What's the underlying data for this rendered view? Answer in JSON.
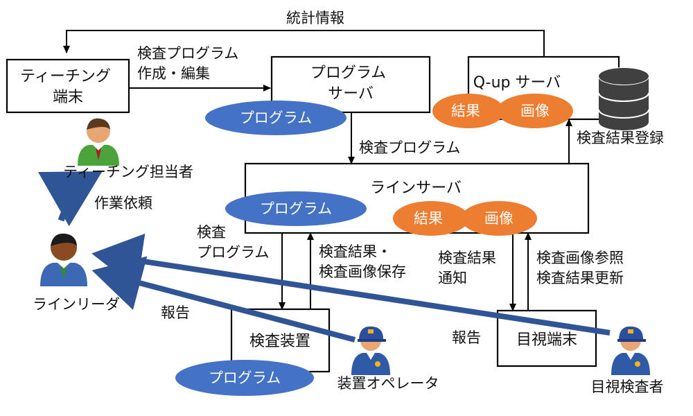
{
  "colors": {
    "program_pill": "#4472c4",
    "result_pill": "#ed7d31",
    "flow_arrow": "#2f5597",
    "line": "#000000",
    "database": "#404040"
  },
  "top": {
    "stats_label": "統計情報"
  },
  "boxes": {
    "teaching_terminal": "ティーチング\n端末",
    "program_server": "プログラム\nサーバ",
    "qup_server": "Q-up サーバ",
    "line_server": "ラインサーバ",
    "inspection_device": "検査装置",
    "visual_terminal": "目視端末"
  },
  "pills": {
    "program": "プログラム",
    "result": "結果",
    "image": "画像"
  },
  "arrows": {
    "create_edit": "検査プログラム\n作成・編集",
    "inspection_program": "検査プログラム",
    "register_results": "検査結果登録",
    "inspection_program_down": "検査\nプログラム",
    "save_results": "検査結果・\n検査画像保存",
    "notify_results": "検査結果\n通知",
    "refer_update": "検査画像参照\n検査結果更新",
    "work_request": "作業依頼",
    "report_left": "報告",
    "report_right": "報告"
  },
  "people": {
    "teaching_operator": "ティーチング担当者",
    "line_leader": "ラインリーダ",
    "device_operator": "装置オペレータ",
    "visual_inspector": "目視検査者"
  },
  "icons": {
    "database": "database-icon",
    "person_green": "person-green-tie-icon",
    "person_blue": "person-blue-suit-icon",
    "worker": "worker-cap-icon"
  }
}
